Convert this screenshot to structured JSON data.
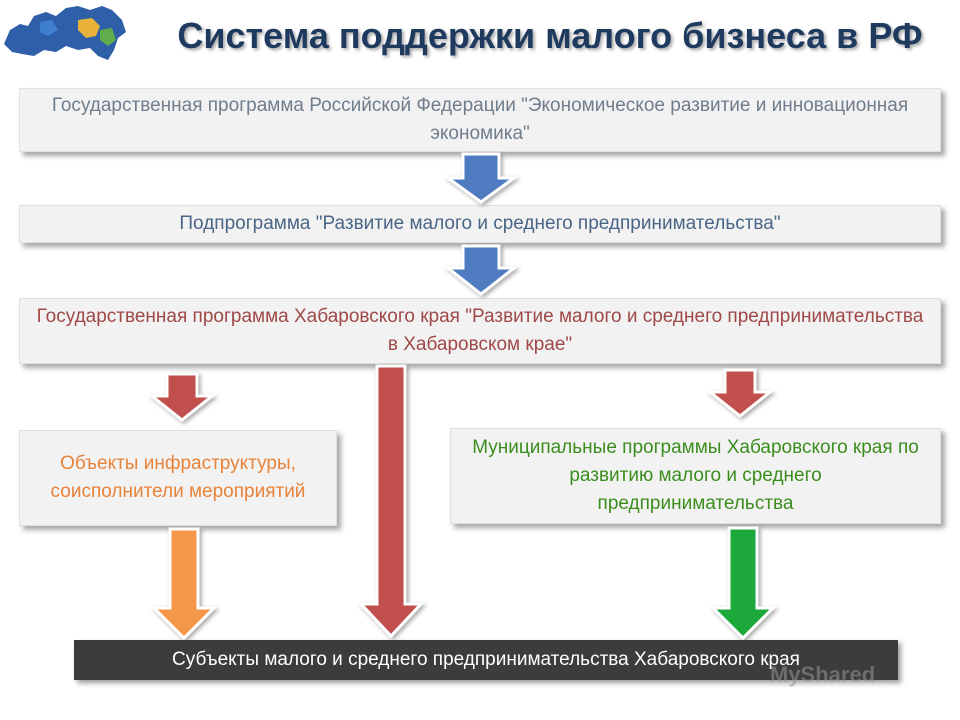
{
  "title": "Система поддержки малого бизнеса в РФ",
  "boxes": {
    "state_program_rf": "Государственная программа Российской Федерации \"Экономическое развитие и инновационная экономика\"",
    "subprogram": "Подпрограмма \"Развитие малого и среднего предпринимательства\"",
    "khabarovsk_program": "Государственная программа Хабаровского края \"Развитие малого и среднего предпринимательства в Хабаровском крае\"",
    "infrastructure": "Объекты инфраструктуры, соисполнители мероприятий",
    "municipal": "Муниципальные программы Хабаровского края  по развитию малого и среднего предпринимательства",
    "subjects": "Субъекты малого и среднего предпринимательства Хабаровского края"
  },
  "watermark": "MyShared",
  "colors": {
    "title": "#1f3a5f",
    "arrow_blue": "#4f7cc0",
    "arrow_red": "#c0504d",
    "arrow_orange": "#f4974a",
    "arrow_green": "#1ea83a"
  }
}
